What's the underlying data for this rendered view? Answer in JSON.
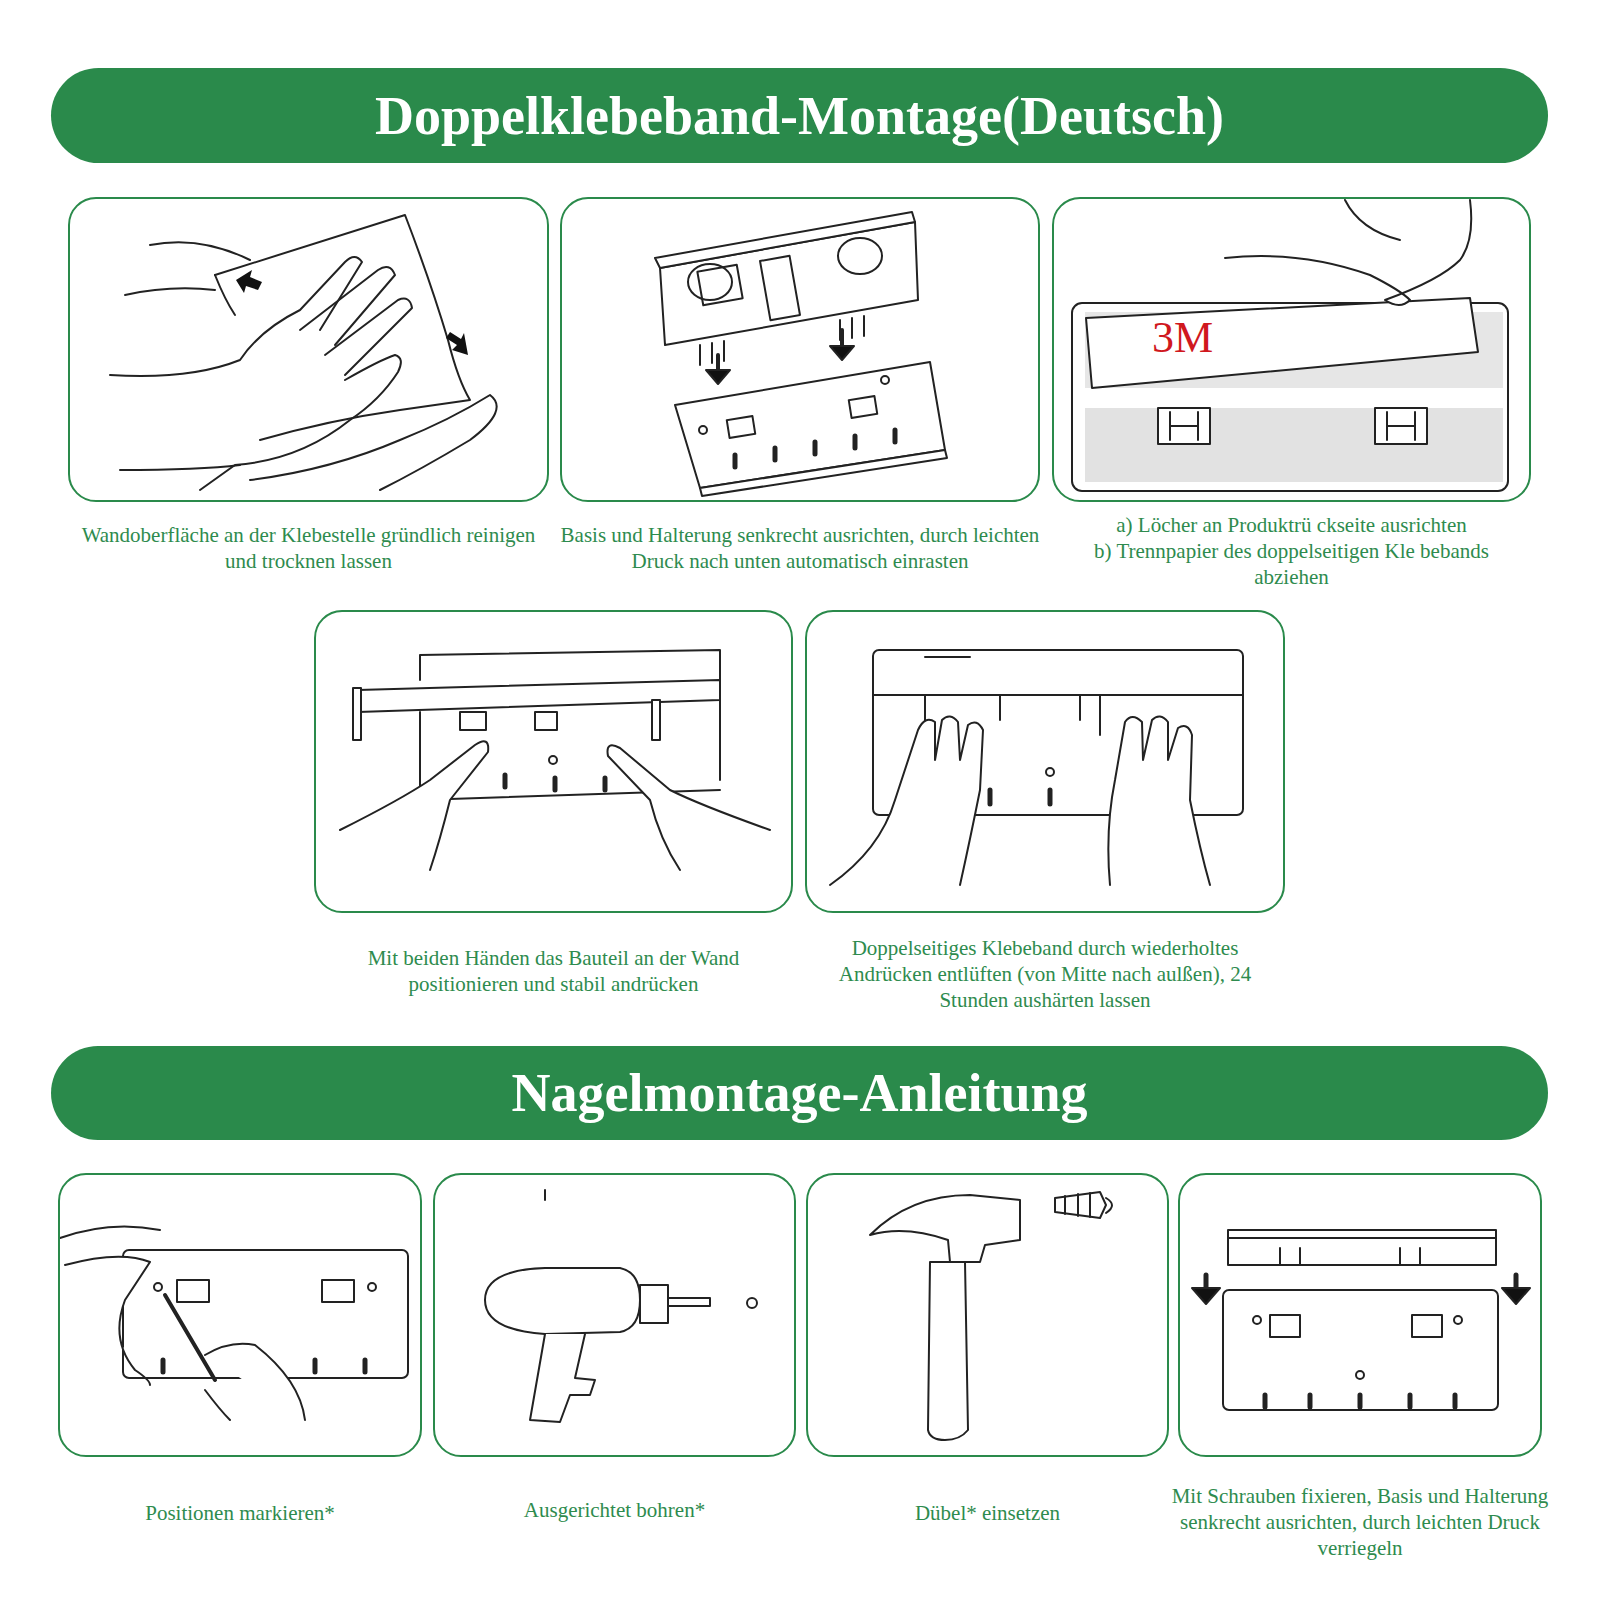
{
  "diagram": {
    "nodes": [
      {
        "text": [
          "Doppelklebeband-Montage(Deutsch)"
        ]
      },
      {
        "text": [
          "Wandoberfläche an der Klebestelle gründlich reinigen und trocknen lassen"
        ]
      },
      {
        "text": [
          "Basis und Halterung senkrecht ausrichten, durch leichten Druck nach unten automatisch einrasten"
        ]
      },
      {
        "text": [
          "a) Löcher an Produktrü ckseite ausrichten",
          "b) Trennpapier des doppelseitigen Kle bebands abziehen"
        ]
      },
      {
        "text": [
          "Mit beiden Händen das Bauteil an der Wand positionieren und stabil andrücken"
        ]
      },
      {
        "text": [
          "Doppelseitiges Klebeband durch wiederholtes Andrücken entlüften (von Mitte nach aulßen), 24 Stunden aushärten lassen"
        ]
      },
      {
        "text": [
          "Nagelmontage-Anleitung"
        ]
      },
      {
        "text": [
          "Positionen markieren*"
        ]
      },
      {
        "text": [
          "Ausgerichtet bohren*"
        ]
      },
      {
        "text": [
          "Dübel* einsetzen"
        ]
      },
      {
        "text": [
          "Mit Schrauben fixieren, Basis und Halterung senkrecht ausrichten, durch leichten Druck verriegeln"
        ]
      }
    ],
    "labels": [
      "3M"
    ]
  }
}
